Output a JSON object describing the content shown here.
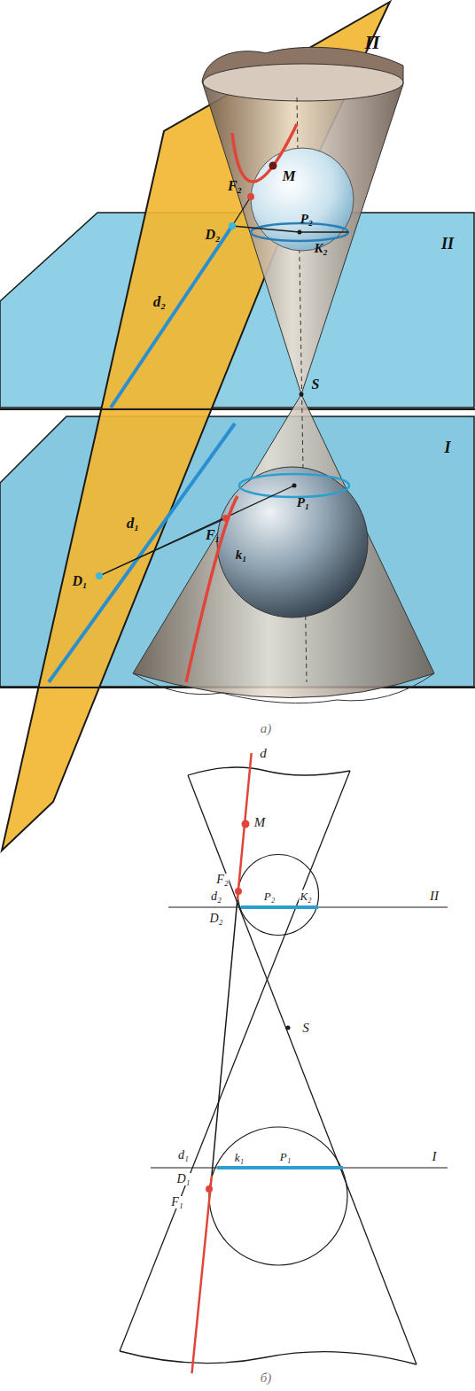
{
  "diagram": {
    "labels": [
      "П",
      "M",
      "F₂",
      "P₂",
      "D₂",
      "K₂",
      "II",
      "d₂",
      "S",
      "I",
      "d₁",
      "F₁",
      "k₁",
      "P₁",
      "D₁",
      "а)",
      "d",
      "M",
      "F₂",
      "d₂",
      "D₂",
      "P₂",
      "K₂",
      "II",
      "S",
      "d₁",
      "D₁",
      "k₁",
      "P₁",
      "F₁",
      "I",
      "б)"
    ]
  }
}
